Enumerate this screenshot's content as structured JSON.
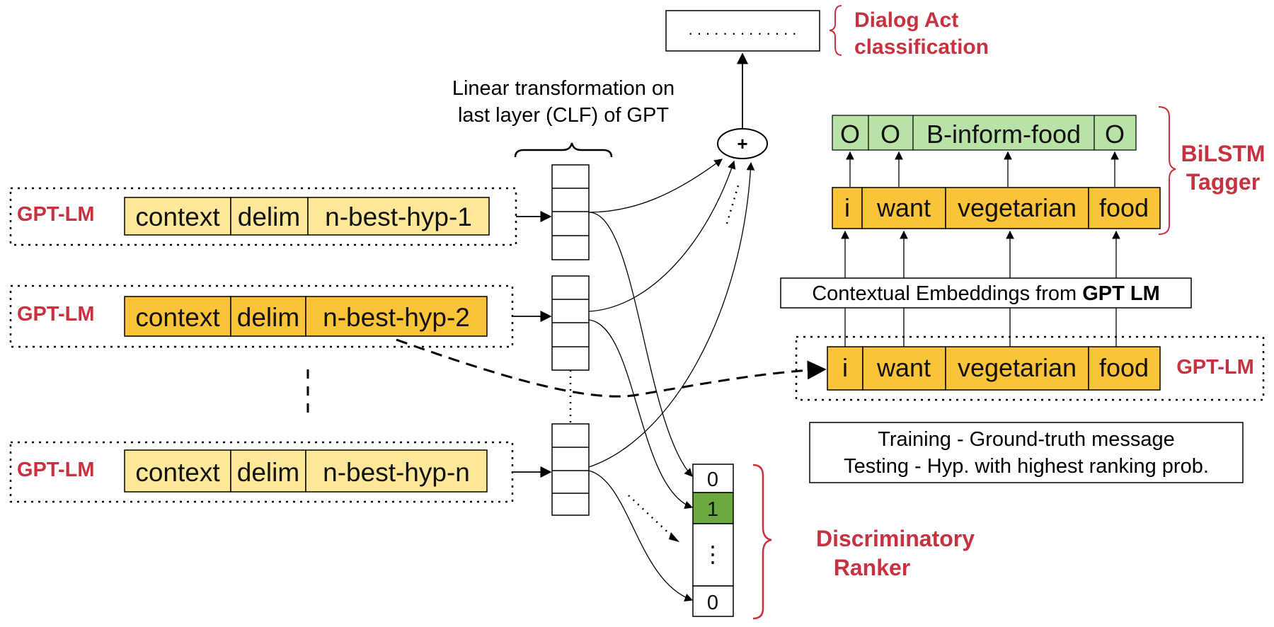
{
  "colors": {
    "label_red": "#c8313f",
    "hyp_light": "#fde89a",
    "hyp_dark": "#fbc33a",
    "tag_green": "#b9e3a6",
    "rank_green": "#6aaa3f",
    "token_orange": "#fbc33a"
  },
  "gpt_lm_rows": [
    {
      "tag": "GPT-LM",
      "cells": [
        "context",
        "delim",
        "n-best-hyp-1"
      ]
    },
    {
      "tag": "GPT-LM",
      "cells": [
        "context",
        "delim",
        "n-best-hyp-2"
      ]
    },
    {
      "tag": "GPT-LM",
      "cells": [
        "context",
        "delim",
        "n-best-hyp-n"
      ]
    }
  ],
  "linear_transform_caption": [
    "Linear transformation on",
    "last layer (CLF) of GPT"
  ],
  "sum_symbol": "+",
  "dialog_act": {
    "box_text": ". . . . . . . . . . . . .",
    "label": [
      "Dialog Act",
      "classification"
    ]
  },
  "bilstm": {
    "tags": [
      "O",
      "O",
      "B-inform-food",
      "O"
    ],
    "tokens": [
      "i",
      "want",
      "vegetarian",
      "food"
    ],
    "label": [
      "BiLSTM",
      "Tagger"
    ]
  },
  "contextual_embeddings": {
    "prefix": "Contextual Embeddings from ",
    "bold": "GPT LM"
  },
  "gpt_lm_right": {
    "tokens": [
      "i",
      "want",
      "vegetarian",
      "food"
    ],
    "tag": "GPT-LM"
  },
  "training_note": [
    "Training - Ground-truth message",
    "Testing - Hyp. with highest ranking prob."
  ],
  "ranker": {
    "values": [
      "0",
      "1",
      "⋮",
      "0"
    ],
    "label": [
      "Discriminatory",
      "Ranker"
    ]
  }
}
